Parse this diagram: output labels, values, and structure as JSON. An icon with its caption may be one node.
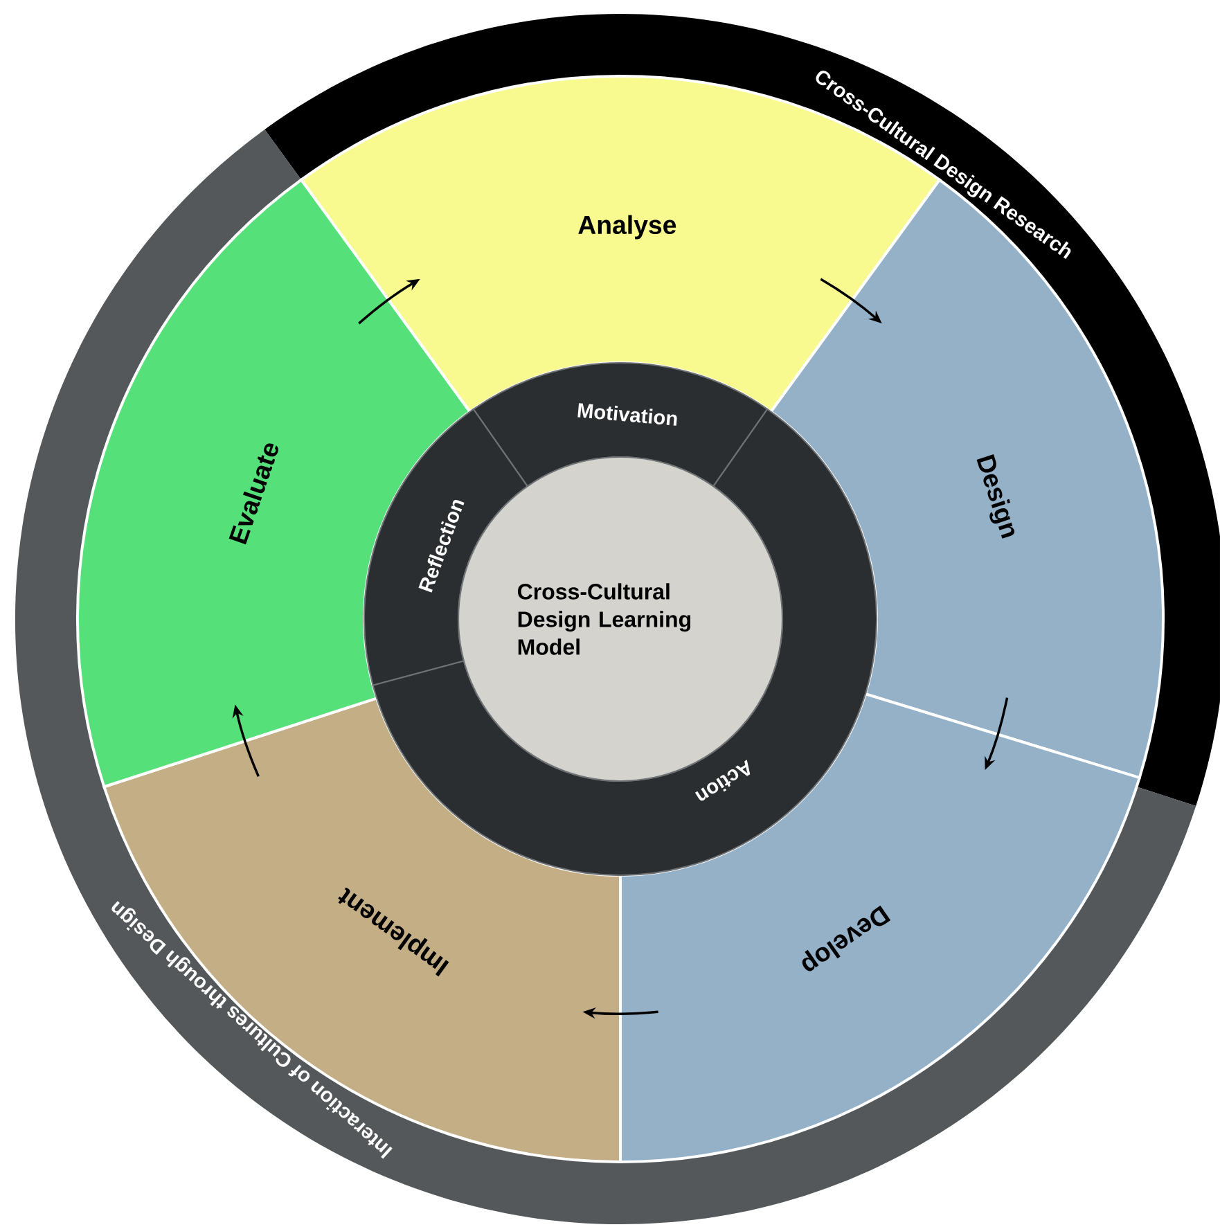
{
  "diagram": {
    "nodes": [
      {
        "text": [
          "Cross-Cultural Design Research"
        ]
      },
      {
        "text": [
          "Interaction of Cultures through Design"
        ]
      },
      {
        "text": [
          "Analyse"
        ]
      },
      {
        "text": [
          "Design"
        ]
      },
      {
        "text": [
          "Develop"
        ]
      },
      {
        "text": [
          "Implement"
        ]
      },
      {
        "text": [
          "Evaluate"
        ]
      },
      {
        "text": [
          "Motivation"
        ]
      },
      {
        "text": [
          "Reflection"
        ]
      },
      {
        "text": [
          "Action"
        ]
      },
      {
        "text": [
          "Cross-Cultural Design Learning Model"
        ]
      }
    ],
    "edges": [
      {
        "from": 2,
        "to": 3,
        "arrow": "to"
      },
      {
        "from": 3,
        "to": 4,
        "arrow": "to"
      },
      {
        "from": 4,
        "to": 5,
        "arrow": "to"
      },
      {
        "from": 5,
        "to": 6,
        "arrow": "to"
      },
      {
        "from": 6,
        "to": 2,
        "arrow": "to"
      }
    ]
  }
}
